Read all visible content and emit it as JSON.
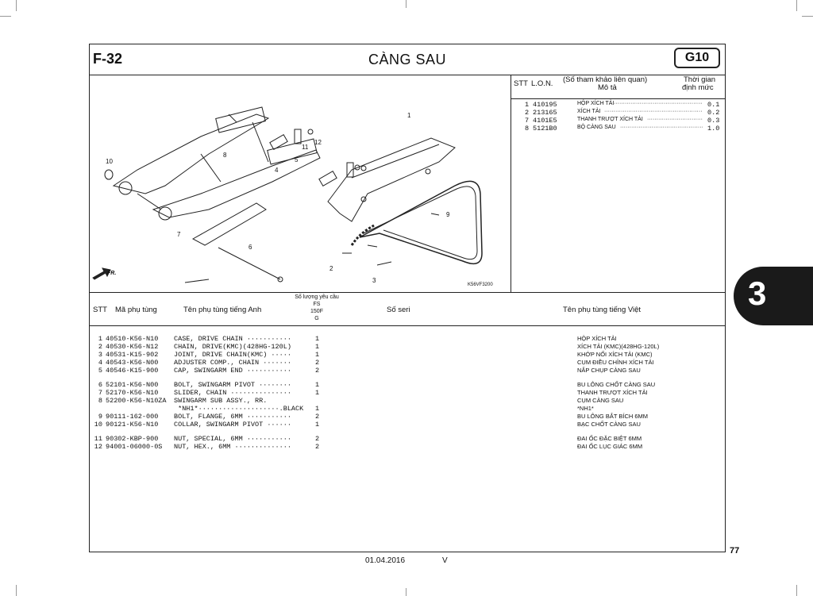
{
  "header": {
    "code": "F-32",
    "title": "CÀNG SAU",
    "badge": "G10"
  },
  "diagram": {
    "callouts": [
      "1",
      "2",
      "3",
      "4",
      "5",
      "6",
      "7",
      "8",
      "9",
      "10",
      "11",
      "12"
    ],
    "direction_label": "FR.",
    "figure_code": "K56VF3200"
  },
  "labor": {
    "headers": {
      "stt": "STT",
      "lon": "L.O.N.",
      "desc_top": "(Số tham khảo liên quan)",
      "desc": "Mô tả",
      "time_top": "Thời gian",
      "time": "định mức"
    },
    "rows": [
      {
        "stt": "1",
        "lon": "410195",
        "desc": "HỘP XÍCH TẢI",
        "time": "0.1"
      },
      {
        "stt": "2",
        "lon": "213165",
        "desc": "XÍCH TẢI",
        "time": "0.2"
      },
      {
        "stt": "7",
        "lon": "4101E5",
        "desc": "THANH TRƯỢT XÍCH TẢI",
        "time": "0.3"
      },
      {
        "stt": "8",
        "lon": "5121B0",
        "desc": "BỘ CÀNG SAU",
        "time": "1.0"
      }
    ]
  },
  "parts": {
    "headers": {
      "stt": "STT",
      "part_no": "Mã phụ tùng",
      "name_en": "Tên phụ tùng tiếng Anh",
      "qty_1": "Số lượng yêu cầu",
      "qty_2": "FS",
      "qty_3": "150F",
      "qty_4": "G",
      "serial": "Số seri",
      "name_vn": "Tên phụ tùng tiếng Việt"
    },
    "rows": [
      {
        "stt": "1",
        "part_no": "40510-K56-N10",
        "name_en": "CASE, DRIVE CHAIN ···········",
        "qty": "1",
        "name_vn": "HỘP XÍCH TẢI"
      },
      {
        "stt": "2",
        "part_no": "40530-K56-N12",
        "name_en": "CHAIN, DRIVE(KMC)(428HG-120L)",
        "qty": "1",
        "name_vn": "XÍCH TẢI (KMC)(428HG-120L)"
      },
      {
        "stt": "3",
        "part_no": "40531-K15-902",
        "name_en": "JOINT, DRIVE CHAIN(KMC) ·····",
        "qty": "1",
        "name_vn": "KHỚP NỐI XÍCH TẢI (KMC)"
      },
      {
        "stt": "4",
        "part_no": "40543-K56-N00",
        "name_en": "ADJUSTER COMP., CHAIN ·······",
        "qty": "2",
        "name_vn": "CỤM ĐIỀU CHỈNH XÍCH TẢI"
      },
      {
        "stt": "5",
        "part_no": "40546-K15-900",
        "name_en": "CAP, SWINGARM END ···········",
        "qty": "2",
        "name_vn": "NẮP CHỤP CÀNG SAU"
      },
      {
        "stt": "6",
        "part_no": "52101-K56-N00",
        "name_en": "BOLT, SWINGARM PIVOT ········",
        "qty": "1",
        "name_vn": "BU LÔNG CHỐT CÀNG SAU"
      },
      {
        "stt": "7",
        "part_no": "52170-K56-N10",
        "name_en": "SLIDER, CHAIN ···············",
        "qty": "1",
        "name_vn": "THANH TRƯỢT XÍCH TẢI"
      },
      {
        "stt": "8",
        "part_no": "52200-K56-N10ZA",
        "name_en": "SWINGARM SUB ASSY., RR.",
        "qty": "",
        "name_vn": "CỤM CÀNG SAU"
      },
      {
        "stt": "",
        "part_no": "",
        "name_en": " *NH1*····················.BLACK",
        "qty": "1",
        "name_vn": "*NH1*"
      },
      {
        "stt": "9",
        "part_no": "90111-162-000",
        "name_en": "BOLT, FLANGE, 6MM ···········",
        "qty": "2",
        "name_vn": "BU LÔNG BẮT BÍCH 6MM"
      },
      {
        "stt": "10",
        "part_no": "90121-K56-N10",
        "name_en": "COLLAR, SWINGARM PIVOT ······",
        "qty": "1",
        "name_vn": "BẠC CHỐT CÀNG SAU"
      },
      {
        "stt": "11",
        "part_no": "90302-KBP-900",
        "name_en": "NUT, SPECIAL, 6MM ···········",
        "qty": "2",
        "name_vn": "ĐAI ỐC ĐẶC BIỆT 6MM"
      },
      {
        "stt": "12",
        "part_no": "94001-06000-0S",
        "name_en": "NUT, HEX., 6MM ··············",
        "qty": "2",
        "name_vn": "ĐAI ỐC LỤC GIÁC 6MM"
      }
    ]
  },
  "side_tab": "3",
  "page_number": "77",
  "footer": {
    "date": "01.04.2016",
    "version": "V"
  }
}
